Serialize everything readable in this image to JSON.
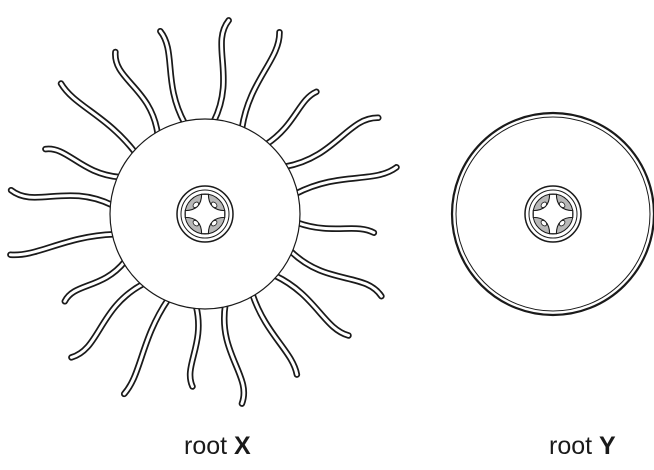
{
  "roots": [
    {
      "id": "x",
      "caption_prefix": "root",
      "caption_label": "X",
      "has_root_hairs": true,
      "root_hair_count": 20
    },
    {
      "id": "y",
      "caption_prefix": "root",
      "caption_label": "Y",
      "has_root_hairs": false,
      "root_hair_count": 0
    }
  ],
  "colors": {
    "outline": "#1a1a1a",
    "xylem_fill": "#b8b8b8",
    "background": "#ffffff"
  }
}
